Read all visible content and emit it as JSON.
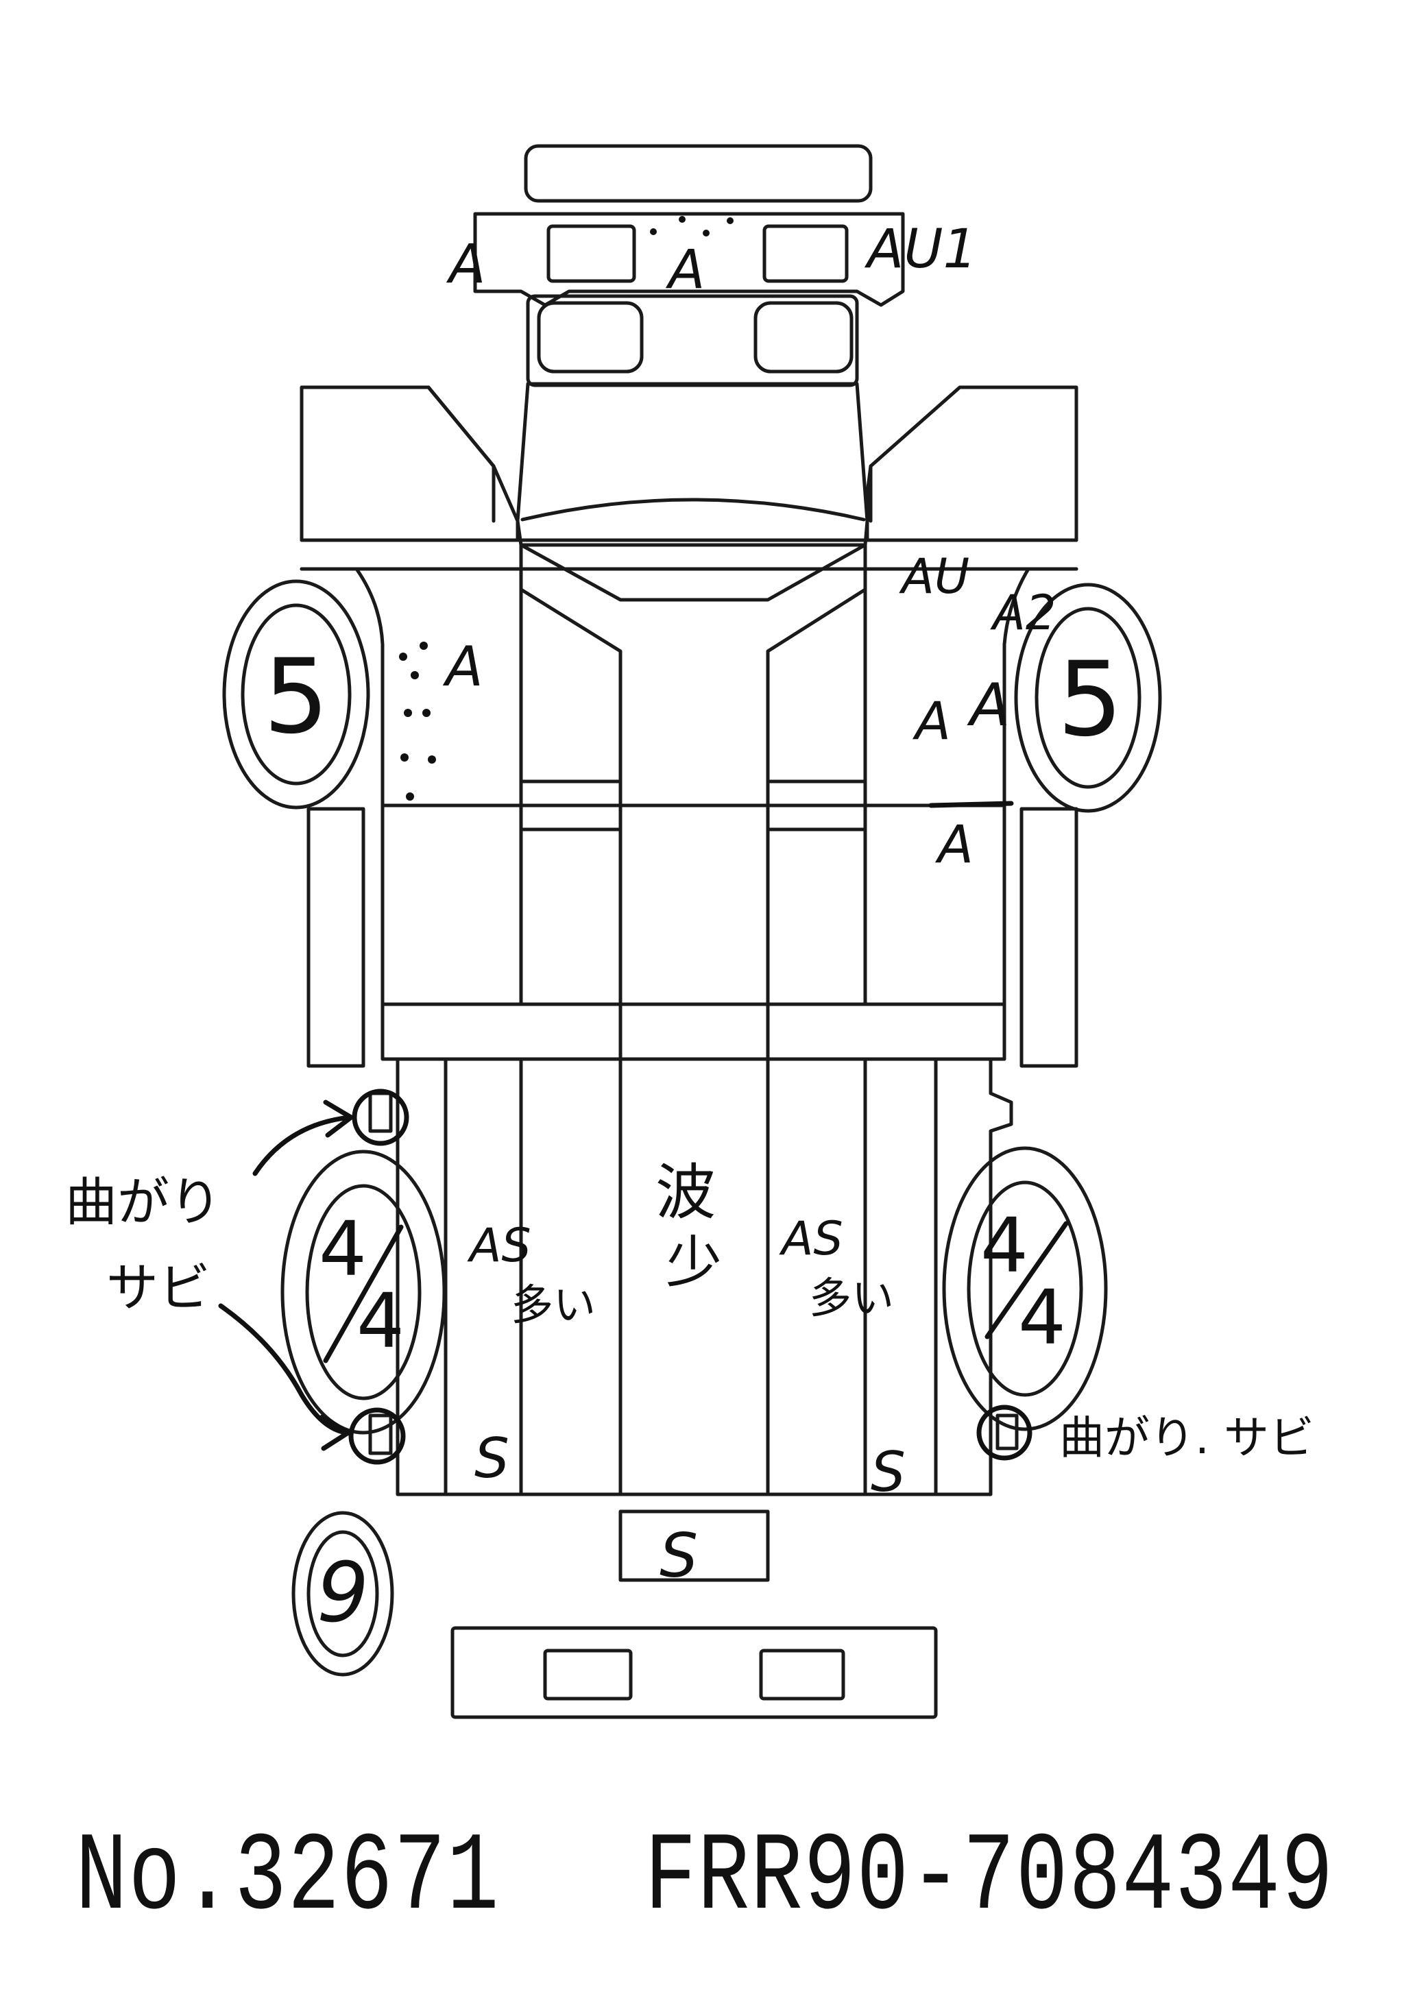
{
  "footer": {
    "lot_number": "No.32671",
    "chassis_number": "FRR90-7084349"
  },
  "annotations": {
    "front_left_bumper": "A",
    "front_center_grille": "A",
    "front_right_bumper": "AU1",
    "left_door": "A",
    "right_cab_upper": "AU",
    "right_cab_a2": "A2",
    "right_door_a1": "A",
    "right_door_a2": "A",
    "right_door_lower": "A",
    "front_left_tire": "5",
    "front_right_tire": "5",
    "rear_left_tire_top": "4",
    "rear_left_tire_bottom": "4",
    "rear_right_tire_top": "4",
    "rear_right_tire_bottom": "4",
    "left_bed_code": "AS",
    "left_bed_note": "多い",
    "center_bed_line1": "波",
    "center_bed_line2": "少",
    "right_bed_code": "AS",
    "right_bed_note": "多い",
    "left_rear_s": "S",
    "right_rear_s": "S",
    "rear_panel_s": "S",
    "left_note_line1": "曲がり",
    "left_note_line2": "サビ",
    "right_note": "曲がり. サビ",
    "spare_tire": "9"
  }
}
